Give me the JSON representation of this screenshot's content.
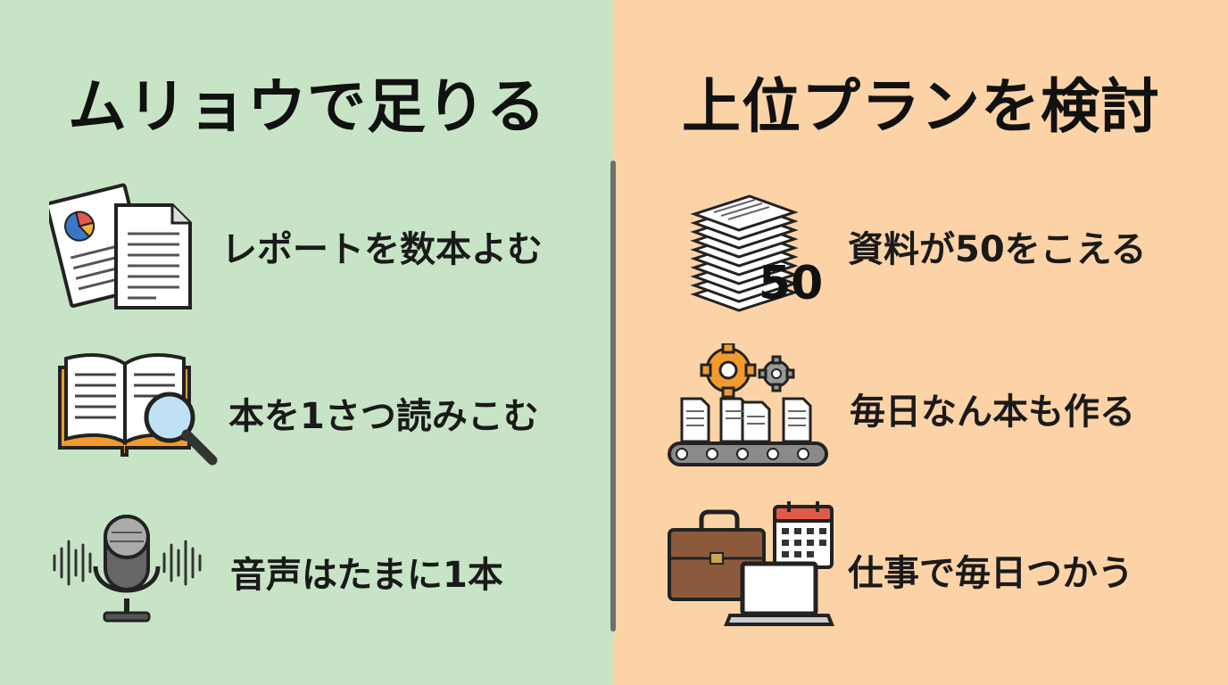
{
  "left": {
    "heading": "ムリョウで足りる",
    "items": [
      {
        "label": "レポートを数本よむ",
        "icon": "documents-icon"
      },
      {
        "label": "本を1さつ読みこむ",
        "icon": "book-magnifier-icon"
      },
      {
        "label": "音声はたまに1本",
        "icon": "microphone-icon"
      }
    ]
  },
  "right": {
    "heading": "上位プランを検討",
    "items": [
      {
        "label": "資料が50をこえる",
        "icon": "document-stack-icon",
        "badge": "50"
      },
      {
        "label": "毎日なん本も作る",
        "icon": "conveyor-gears-icon"
      },
      {
        "label": "仕事で毎日つかう",
        "icon": "briefcase-laptop-calendar-icon"
      }
    ]
  },
  "colors": {
    "left_bg": "#c8e4c6",
    "right_bg": "#fcd3a7",
    "divider": "#6e6e6e",
    "accent_orange": "#f29a2e",
    "accent_red": "#e05a4a",
    "accent_blue": "#3b78c4"
  }
}
